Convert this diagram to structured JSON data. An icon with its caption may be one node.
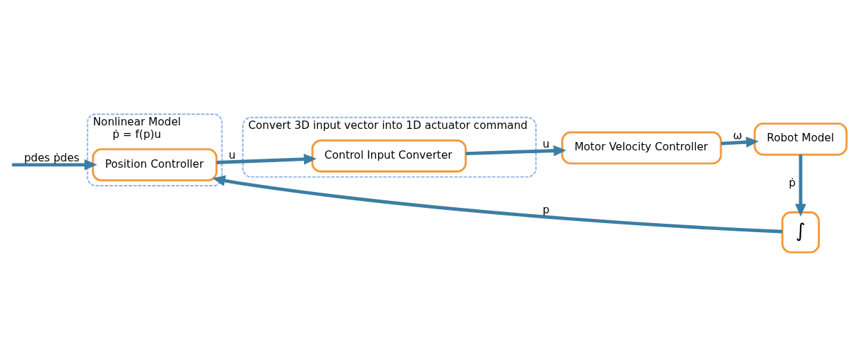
{
  "diagram": {
    "nodes": [
      {
        "text": [
          "Nonlinear Model",
          "ṗ = f(p)u"
        ]
      },
      {
        "text": [
          "Position Controller"
        ],
        "in": 0
      },
      {
        "text": [
          "Convert 3D input vector into 1D actuator command"
        ]
      },
      {
        "text": [
          "Control Input Converter"
        ],
        "in": 2
      },
      {
        "text": [
          "Motor Velocity Controller"
        ]
      },
      {
        "text": [
          "Robot Model"
        ]
      },
      {
        "text": [
          "∫"
        ]
      }
    ],
    "edges": [
      {
        "from": null,
        "to": 1,
        "arrow": "to",
        "label": "pdes ṗdes"
      },
      {
        "from": 1,
        "to": 3,
        "arrow": "to",
        "label": "u"
      },
      {
        "from": 3,
        "to": 4,
        "arrow": "to",
        "label": "u"
      },
      {
        "from": 4,
        "to": 5,
        "arrow": "to",
        "label": "ω"
      },
      {
        "from": 5,
        "to": 6,
        "arrow": "to",
        "label": "ṗ"
      },
      {
        "from": 6,
        "to": 1,
        "arrow": "to",
        "label": "p"
      }
    ]
  }
}
